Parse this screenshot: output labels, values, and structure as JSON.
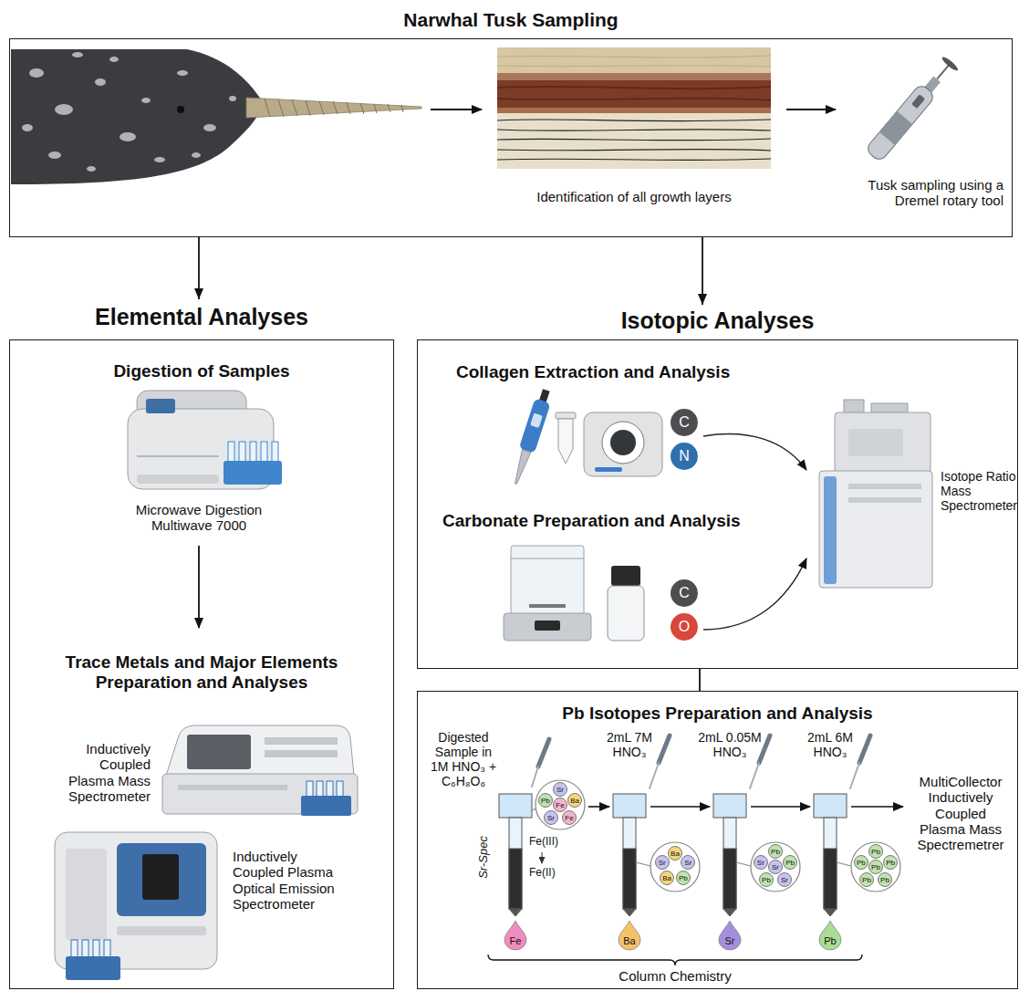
{
  "diagram": {
    "nodes": [
      {
        "text": [
          "Narwhal Tusk Sampling",
          "Identification of all growth layers",
          "Tusk sampling using a Dremel rotary tool"
        ]
      },
      {
        "text": [
          "Elemental Analyses",
          "Digestion of Samples",
          "Microwave Digestion Multiwave 7000",
          "Trace Metals and Major Elements Preparation and Analyses",
          "Inductively Coupled Plasma Mass Spectrometer",
          "Inductively Coupled Plasma Optical Emission Spectrometer"
        ]
      },
      {
        "text": [
          "Isotopic Analyses",
          "Collagen Extraction and Analysis",
          "Carbonate Preparation and Analysis",
          "Isotope Ratio Mass Spectrometer"
        ]
      },
      {
        "text": [
          "C"
        ],
        "in": 2
      },
      {
        "text": [
          "N"
        ],
        "in": 2
      },
      {
        "text": [
          "C"
        ],
        "in": 2
      },
      {
        "text": [
          "O"
        ],
        "in": 2
      },
      {
        "text": [
          "Pb Isotopes Preparation and Analysis",
          "Digested Sample in 1M HNO₃ + C₆H₈O₆",
          "2mL 7M HNO₃",
          "2mL 0.05M HNO₃",
          "2mL 6M HNO₃",
          "Sr-Spec",
          "Fe(III)",
          "Fe(II)",
          "Column Chemistry",
          "MultiCollector Inductively Coupled Plasma Mass Spectremetrer"
        ]
      },
      {
        "text": [
          "Fe"
        ],
        "in": 7
      },
      {
        "text": [
          "Ba"
        ],
        "in": 7
      },
      {
        "text": [
          "Sr"
        ],
        "in": 7
      },
      {
        "text": [
          "Pb"
        ],
        "in": 7
      }
    ],
    "edges": [
      {
        "from": 0,
        "to": 1,
        "arrow": "to"
      },
      {
        "from": 0,
        "to": 2,
        "arrow": "to"
      },
      {
        "from": 2,
        "to": 7,
        "arrow": "none"
      }
    ],
    "labels": [
      "Fe",
      "Sr",
      "Ba",
      "Fe",
      "Sr",
      "Pb",
      "Ba",
      "Sr",
      "Pb",
      "Ba",
      "Sr",
      "Sr",
      "Pb",
      "Pb",
      "Sr",
      "Pb",
      "Sr",
      "Pb",
      "Pb",
      "Pb",
      "Pb",
      "Pb",
      "Pb"
    ]
  }
}
